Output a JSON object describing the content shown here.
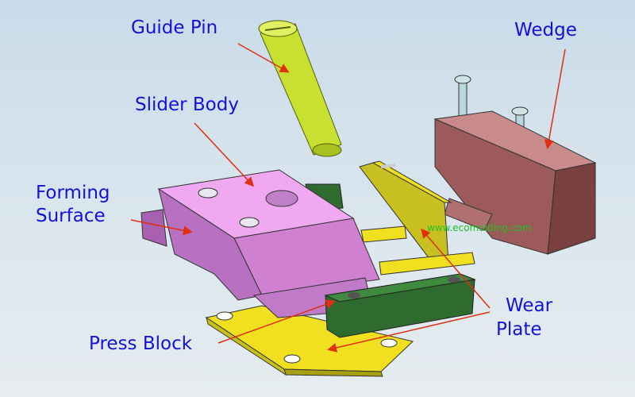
{
  "labels": {
    "guide_pin": "Guide Pin",
    "wedge": "Wedge",
    "slider_body": "Slider Body",
    "forming_surface_line1": "Forming",
    "forming_surface_line2": "Surface",
    "wear_plate_line1": "Wear",
    "wear_plate_line2": "Plate",
    "press_block": "Press Block"
  },
  "watermark": "www.ecomolding.com",
  "colors": {
    "label_text": "#1212d8",
    "arrow": "#e03010",
    "slider_body": "#d98fd9",
    "guide_pin": "#c8e030",
    "wedge": "#b07070",
    "wear_plate": "#2f6a2f",
    "press_block": "#f0e020",
    "watermark": "#22c022"
  }
}
